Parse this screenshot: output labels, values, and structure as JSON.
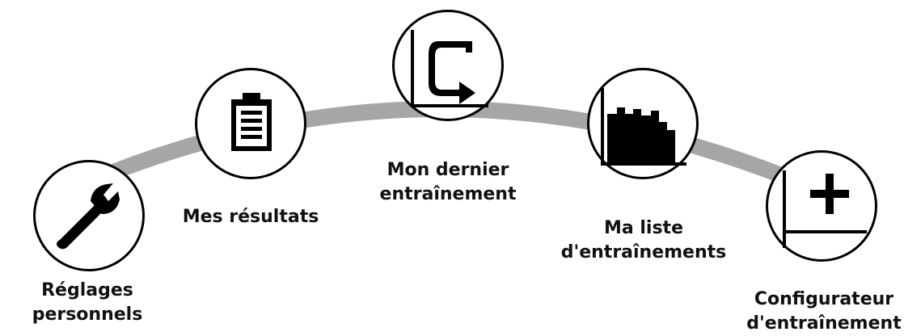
{
  "menu": {
    "items": [
      {
        "id": "reglages",
        "lines": [
          "Réglages",
          "personnels"
        ],
        "icon": "wrench-icon"
      },
      {
        "id": "resultats",
        "lines": [
          "Mes résultats"
        ],
        "icon": "clipboard-icon"
      },
      {
        "id": "dernier",
        "lines": [
          "Mon dernier",
          "entraînement"
        ],
        "icon": "repeat-arrow-icon"
      },
      {
        "id": "liste",
        "lines": [
          "Ma liste",
          "d'entraînements"
        ],
        "icon": "bar-profile-icon"
      },
      {
        "id": "configurateur",
        "lines": [
          "Configurateur",
          "d'entraînement"
        ],
        "icon": "plus-icon"
      }
    ]
  },
  "colors": {
    "arc": "#a6a6a6",
    "icon": "#000000",
    "circle_border": "#000000",
    "background": "#ffffff"
  }
}
